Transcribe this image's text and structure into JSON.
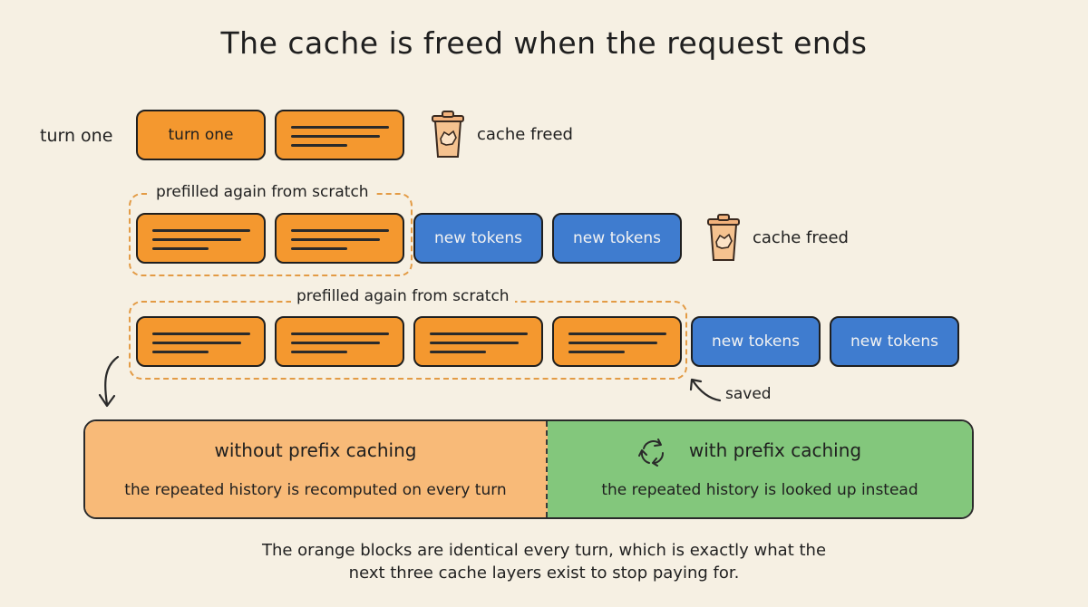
{
  "title": "The cache is freed when the request ends",
  "rows": {
    "row1_label": "turn one",
    "row1_block_label": "turn one",
    "cache_freed_1": "cache freed",
    "prefilled_1": "prefilled again from scratch",
    "new_tokens_1": "new tokens",
    "new_tokens_2": "new tokens",
    "cache_freed_2": "cache freed",
    "prefilled_2": "prefilled again from scratch",
    "new_tokens_3": "new tokens",
    "new_tokens_4": "new tokens",
    "saved": "saved"
  },
  "comparison": {
    "without_heading": "without prefix caching",
    "without_text": "the repeated history is recomputed on every turn",
    "with_heading": "with prefix caching",
    "with_text": "the repeated history is looked up instead"
  },
  "footer": {
    "line1": "The orange blocks are identical every turn, which is exactly what the",
    "line2": "next three cache layers exist to stop paying for."
  },
  "colors": {
    "orange": "#f4982f",
    "blue": "#3f7ccf",
    "panel_orange": "#f8ba78",
    "panel_green": "#83c77c",
    "background": "#f6f0e3"
  },
  "icons": [
    "trash-bin-icon",
    "recycle-icon",
    "curved-arrow-icon"
  ]
}
